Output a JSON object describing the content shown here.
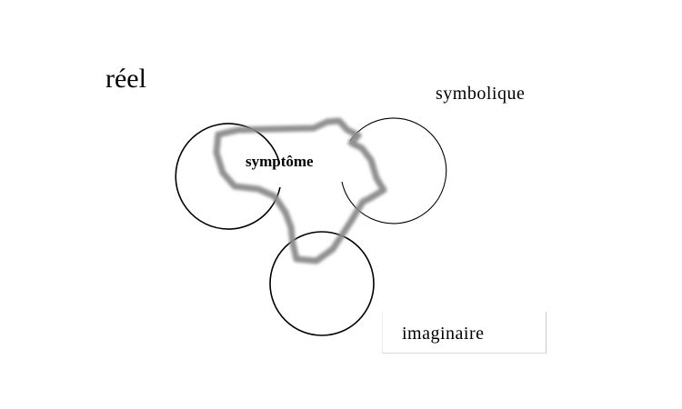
{
  "labels": {
    "reel": "réel",
    "symbolique": "symbolique",
    "symptome": "symptôme",
    "imaginaire": "imaginaire"
  },
  "colors": {
    "circle_stroke": "#000000",
    "symptom_stroke": "#8a8a8a",
    "background": "#ffffff"
  }
}
